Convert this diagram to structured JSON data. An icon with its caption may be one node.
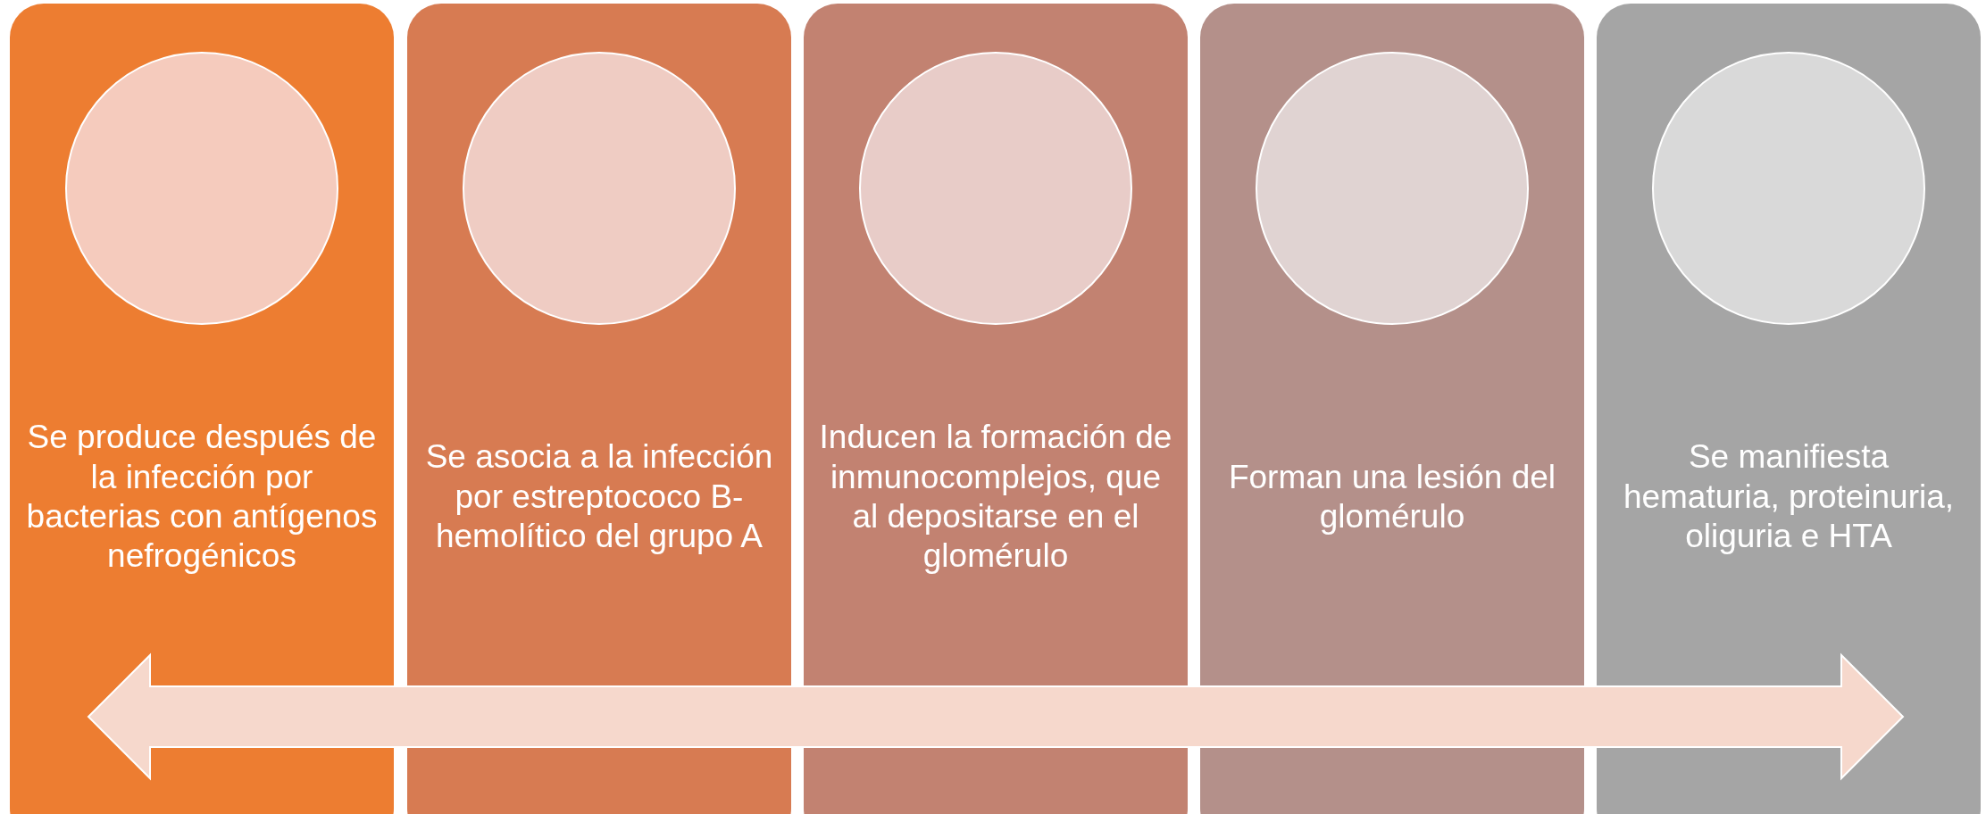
{
  "diagram": {
    "nodes": [
      {
        "text": [
          "Se produce después de la infección por bacterias con antígenos nefrogénicos"
        ]
      },
      {
        "text": [],
        "shape": "circle",
        "in": 0
      },
      {
        "text": [
          "Se asocia a la infección por estreptococo B-hemolítico del grupo A"
        ]
      },
      {
        "text": [],
        "shape": "circle",
        "in": 2
      },
      {
        "text": [
          "Inducen la formación de inmunocomplejos, que al depositarse en el glomérulo"
        ]
      },
      {
        "text": [],
        "shape": "circle",
        "in": 4
      },
      {
        "text": [
          "Forman una lesión del glomérulo"
        ]
      },
      {
        "text": [],
        "shape": "circle",
        "in": 6
      },
      {
        "text": [
          "Se manifiesta hematuria, proteinuria, oliguria e HTA"
        ]
      },
      {
        "text": [],
        "shape": "circle",
        "in": 8
      }
    ]
  }
}
